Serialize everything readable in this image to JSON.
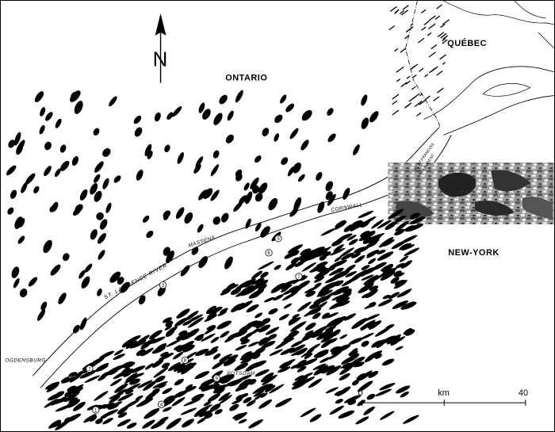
{
  "labels": {
    "ontario": "ONTARIO",
    "quebec": "QUÉBEC",
    "new_york": "NEW-YORK",
    "north": "N",
    "st_lawrence": "ST. LAWRENCE RIVER",
    "lake": "LAC ST-FRANCOIS",
    "lake_line2": "ST-LAURENT",
    "massena": "MASSENA",
    "cornwall": "CORNWALL",
    "ogdensburg": "OGDENSBURG",
    "potsdam": "POTSDAM"
  },
  "scale": {
    "start": "0",
    "unit": "km",
    "end": "40"
  },
  "site_markers": [
    "1",
    "2",
    "3",
    "4",
    "5",
    "6",
    "7",
    "8",
    "9"
  ]
}
